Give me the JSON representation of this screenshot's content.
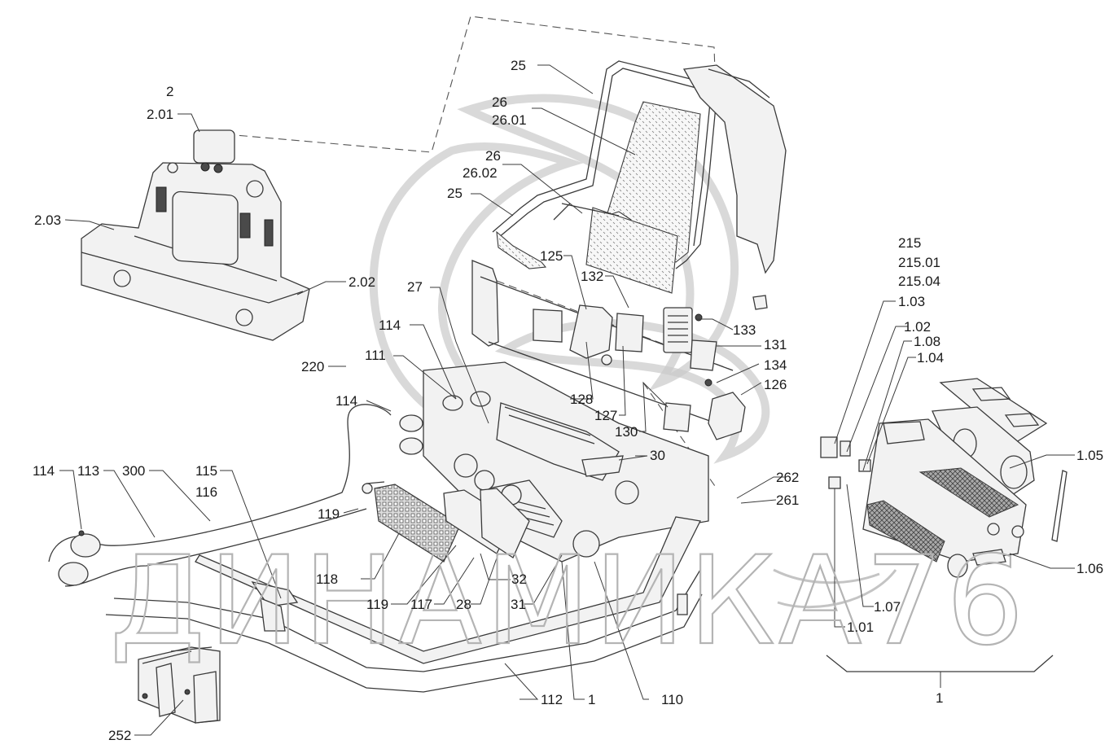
{
  "watermark": {
    "text": "ДИНАМИКА76",
    "color": "#b4b4b4"
  },
  "labels": [
    {
      "id": "l-2",
      "text": "2"
    },
    {
      "id": "l-2-01",
      "text": "2.01"
    },
    {
      "id": "l-2-03",
      "text": "2.03"
    },
    {
      "id": "l-2-02",
      "text": "2.02"
    },
    {
      "id": "l-25-top",
      "text": "25"
    },
    {
      "id": "l-26-a",
      "text": "26"
    },
    {
      "id": "l-26-01",
      "text": "26.01"
    },
    {
      "id": "l-26-b",
      "text": "26"
    },
    {
      "id": "l-26-02",
      "text": "26.02"
    },
    {
      "id": "l-25-mid",
      "text": "25"
    },
    {
      "id": "l-125",
      "text": "125"
    },
    {
      "id": "l-132",
      "text": "132"
    },
    {
      "id": "l-27",
      "text": "27"
    },
    {
      "id": "l-133",
      "text": "133"
    },
    {
      "id": "l-131",
      "text": "131"
    },
    {
      "id": "l-114-a",
      "text": "114"
    },
    {
      "id": "l-134",
      "text": "134"
    },
    {
      "id": "l-111",
      "text": "111"
    },
    {
      "id": "l-220",
      "text": "220"
    },
    {
      "id": "l-126",
      "text": "126"
    },
    {
      "id": "l-128",
      "text": "128"
    },
    {
      "id": "l-114-b",
      "text": "114"
    },
    {
      "id": "l-127",
      "text": "127"
    },
    {
      "id": "l-130",
      "text": "130"
    },
    {
      "id": "l-30",
      "text": "30"
    },
    {
      "id": "l-114-c",
      "text": "114"
    },
    {
      "id": "l-113",
      "text": "113"
    },
    {
      "id": "l-300",
      "text": "300"
    },
    {
      "id": "l-115",
      "text": "115"
    },
    {
      "id": "l-116",
      "text": "116"
    },
    {
      "id": "l-262",
      "text": "262"
    },
    {
      "id": "l-261",
      "text": "261"
    },
    {
      "id": "l-119-a",
      "text": "119"
    },
    {
      "id": "l-118",
      "text": "118"
    },
    {
      "id": "l-32",
      "text": "32"
    },
    {
      "id": "l-119-b",
      "text": "119"
    },
    {
      "id": "l-117",
      "text": "117"
    },
    {
      "id": "l-28",
      "text": "28"
    },
    {
      "id": "l-31",
      "text": "31"
    },
    {
      "id": "l-112",
      "text": "112"
    },
    {
      "id": "l-1-bottom",
      "text": "1"
    },
    {
      "id": "l-110",
      "text": "110"
    },
    {
      "id": "l-252",
      "text": "252"
    },
    {
      "id": "l-215",
      "text": "215"
    },
    {
      "id": "l-215-01",
      "text": "215.01"
    },
    {
      "id": "l-215-04",
      "text": "215.04"
    },
    {
      "id": "l-1-03",
      "text": "1.03"
    },
    {
      "id": "l-1-02",
      "text": "1.02"
    },
    {
      "id": "l-1-08",
      "text": "1.08"
    },
    {
      "id": "l-1-04",
      "text": "1.04"
    },
    {
      "id": "l-1-05",
      "text": "1.05"
    },
    {
      "id": "l-1-06",
      "text": "1.06"
    },
    {
      "id": "l-1-07",
      "text": "1.07"
    },
    {
      "id": "l-1-01",
      "text": "1.01"
    },
    {
      "id": "l-1-right",
      "text": "1"
    }
  ]
}
